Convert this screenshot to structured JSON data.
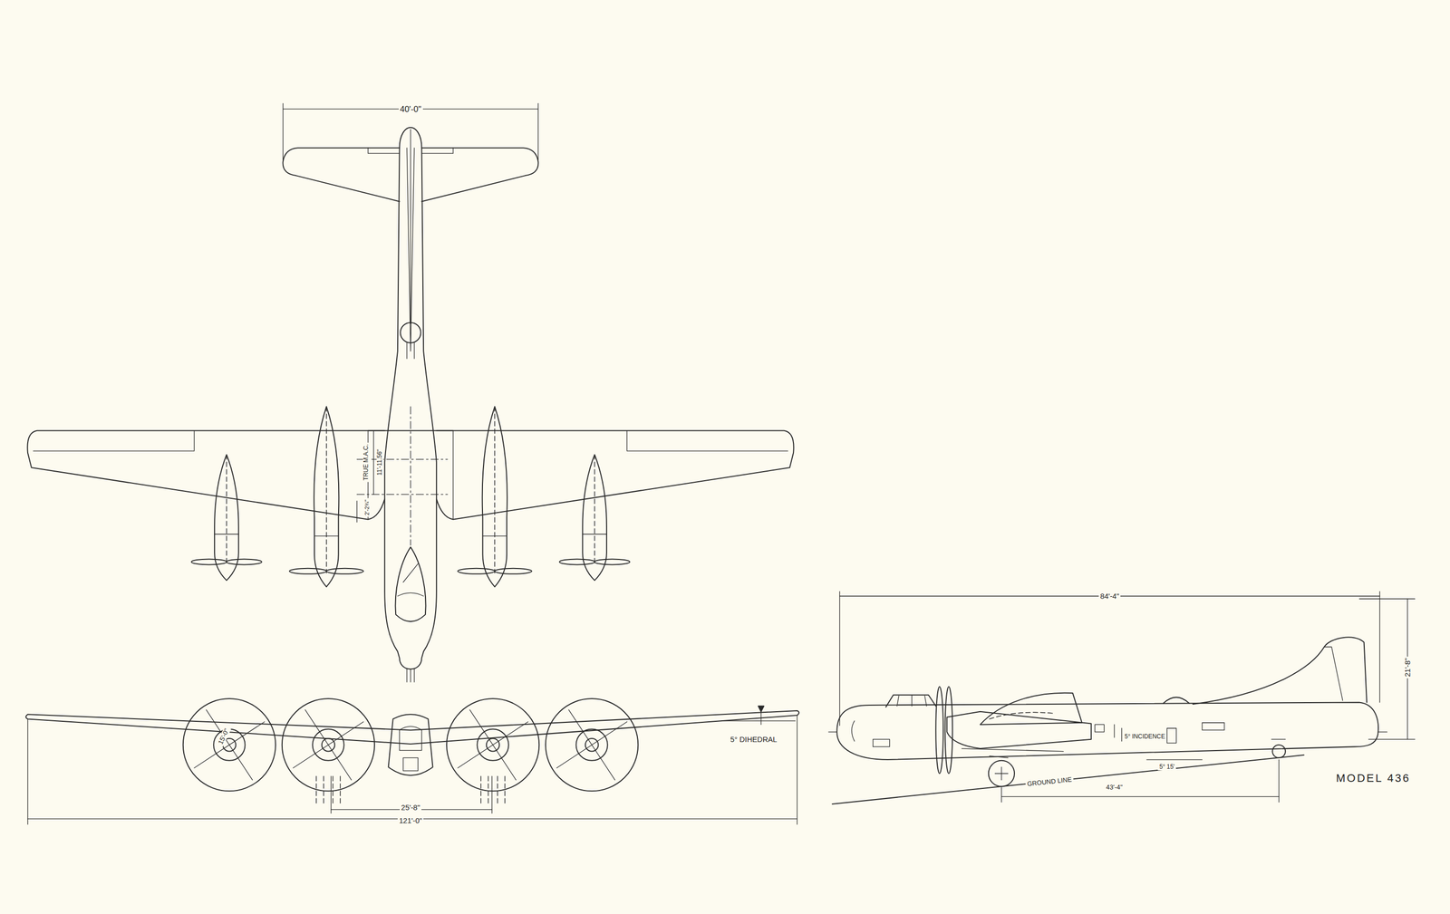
{
  "diagram": {
    "labels": [
      "40'-0\"",
      "TRUE M.A.C.",
      "11'-11.56\"",
      "2'-2¾\"",
      "15'-0\"",
      "5° DIHEDRAL",
      "25'-8\"",
      "121'-0\"",
      "84'-4\"",
      "21'-8\"",
      "5° INCIDENCE",
      "GROUND LINE",
      "5° 15'",
      "43'-4\"",
      "MODEL 436"
    ]
  }
}
